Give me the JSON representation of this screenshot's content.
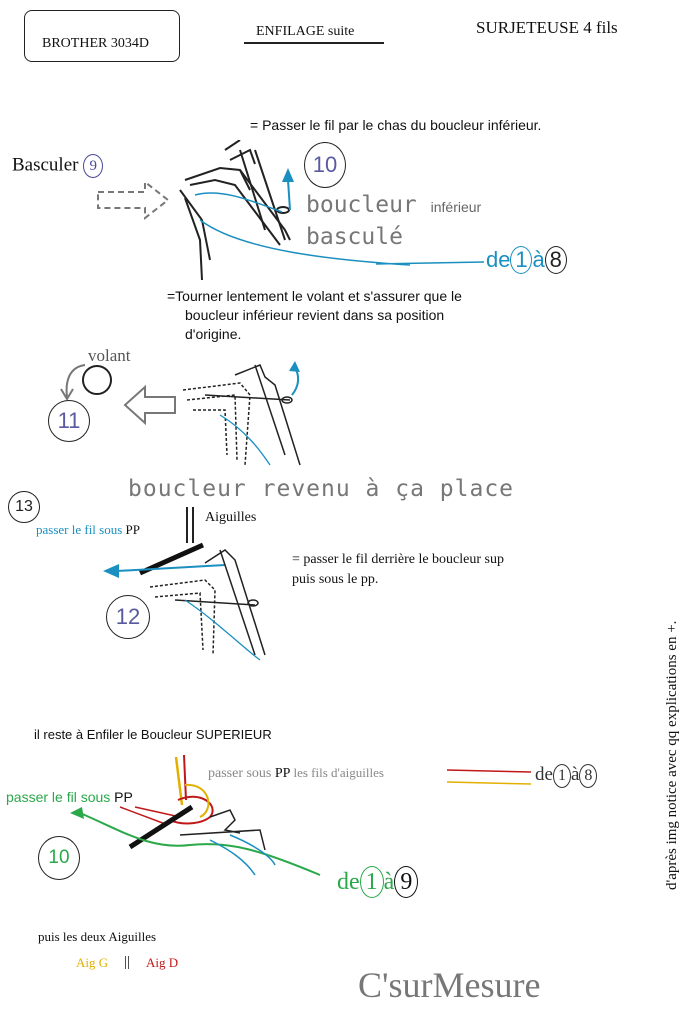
{
  "header": {
    "model": "BROTHER 3034D",
    "section": "ENFILAGE suite",
    "title": "SURJETEUSE 4 fils"
  },
  "step10": {
    "instruction": "= Passer le fil par le chas du boucleur inférieur.",
    "basculer": "Basculer",
    "basculer_num": "9",
    "number": "10",
    "label_main": "boucleur",
    "label_small": "inférieur",
    "label_2": "basculé",
    "range_prefix": "de",
    "range_from": "1",
    "range_mid": "à",
    "range_to": "8"
  },
  "step11": {
    "instruction_1": "=Tourner lentement le volant et s'assurer que le",
    "instruction_2": "boucleur inférieur revient dans sa position",
    "instruction_3": "d'origine.",
    "volant": "volant",
    "number": "11",
    "caption": "boucleur revenu à ça place"
  },
  "step12": {
    "number_13": "13",
    "pass_pp_1": "passer le fil sous",
    "pass_pp_2": "PP",
    "aiguilles": "Aiguilles",
    "instruction_1": "= passer le fil derrière le boucleur sup",
    "instruction_2": "puis sous le pp.",
    "number": "12"
  },
  "upper": {
    "intro": "il reste à Enfiler le Boucleur SUPERIEUR",
    "sous_pp_1": "passer sous",
    "sous_pp_2": "PP",
    "sous_pp_3": "les fils d'aiguilles",
    "range1_prefix": "de",
    "range1_from": "1",
    "range1_mid": "à",
    "range1_to": "8",
    "pass_pp_1": "passer le fil sous",
    "pass_pp_2": "PP",
    "number": "10",
    "range2_prefix": "de",
    "range2_from": "1",
    "range2_mid": "à",
    "range2_to": "9",
    "puis": "puis les deux Aiguilles",
    "aig_g": "Aig G",
    "bars": "||",
    "aig_d": "Aig D"
  },
  "footer": {
    "brand": "C'surMesure",
    "side_note": "d'après img notice avec qq explications en +."
  },
  "colors": {
    "blue_thread": "#1a8fc0",
    "green_thread": "#2aa84a",
    "yellow_thread": "#e2b000",
    "red_thread": "#c01818"
  }
}
